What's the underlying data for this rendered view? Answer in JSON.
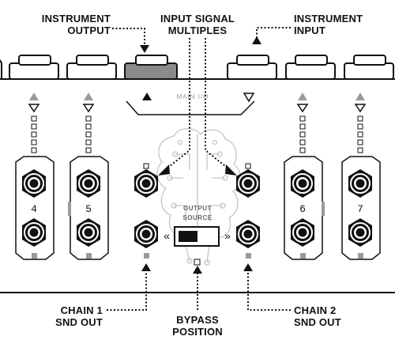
{
  "labels": {
    "instrument_output": [
      "INSTRUMENT",
      "OUTPUT"
    ],
    "input_signal_multiples": [
      "INPUT SIGNAL",
      "MULTIPLES"
    ],
    "instrument_input": [
      "INSTRUMENT",
      "INPUT"
    ],
    "main_io": "MAIN I/O",
    "output_source": [
      "OUTPUT",
      "SOURCE"
    ],
    "chain1": [
      "CHAIN 1",
      "SND OUT"
    ],
    "bypass": [
      "BYPASS",
      "POSITION"
    ],
    "chain2": [
      "CHAIN 2",
      "SND OUT"
    ],
    "switch_left_arrow": "«",
    "switch_right_arrow": "»"
  },
  "jack_numbers": [
    "4",
    "5",
    "6",
    "7"
  ],
  "colors": {
    "ink": "#111111",
    "grey_jack": "#9a9a9a",
    "highlight_pedal": "#8a8a8a",
    "faint": "#bdbdbd"
  }
}
